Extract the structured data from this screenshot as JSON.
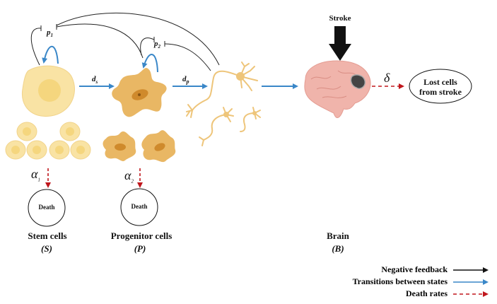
{
  "diagram": {
    "nodes": {
      "stem": {
        "caption": "Stem cells",
        "symbol": "(S)"
      },
      "progenitor": {
        "caption": "Progenitor cells",
        "symbol": "(P)"
      },
      "brain": {
        "caption": "Brain",
        "symbol": "(B)"
      },
      "stem_death": {
        "label": "Death"
      },
      "progenitor_death": {
        "label": "Death"
      },
      "lost_cells": {
        "line1": "Lost cells",
        "line2": "from stroke"
      },
      "stroke": {
        "label": "Stroke"
      }
    },
    "parameters": {
      "p1": {
        "base": "p",
        "sub": "1"
      },
      "p2": {
        "base": "p",
        "sub": "2"
      },
      "ds": {
        "base": "d",
        "sub": "s"
      },
      "dp": {
        "base": "d",
        "sub": "p"
      },
      "alpha1": {
        "base": "α",
        "sub": "1"
      },
      "alpha2": {
        "base": "α",
        "sub": "2"
      },
      "delta": "δ"
    },
    "legend": [
      {
        "label": "Negative feedback",
        "style": "solid",
        "color": "#111111"
      },
      {
        "label": "Transitions between states",
        "style": "solid",
        "color": "#3a87c8"
      },
      {
        "label": "Death rates",
        "style": "dashed",
        "color": "#c0161c"
      }
    ],
    "colors": {
      "feedback": "#222222",
      "transition": "#3a87c8",
      "death": "#c0161c",
      "stem_cell": "#f9e3a4",
      "stem_nucleus": "#f5d67e",
      "progenitor_cell": "#e9b764",
      "progenitor_nucleus": "#cf8a2c",
      "neuron": "#eec57a",
      "brain": "#f0b4ab"
    }
  }
}
